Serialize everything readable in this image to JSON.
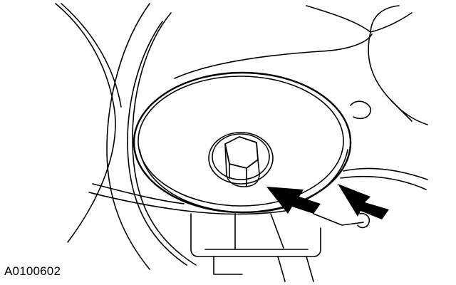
{
  "figure": {
    "id_label": "A0100602",
    "line_color": "#000000",
    "background": "#ffffff",
    "callout_arrow_count": 2,
    "icons": [
      "pulley-disc",
      "hex-bolt",
      "callout-arrow"
    ]
  }
}
